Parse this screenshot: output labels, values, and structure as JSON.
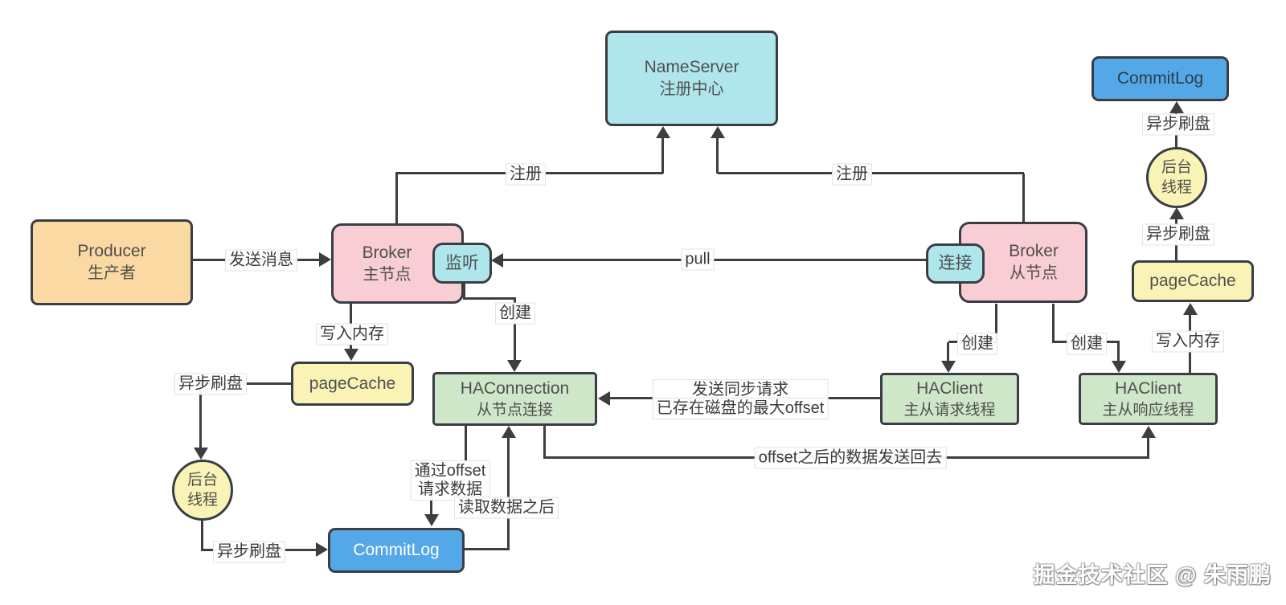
{
  "colors": {
    "cyan": "#aee6ec",
    "pink": "#f9cdd4",
    "orange": "#fbd9a2",
    "yellow": "#f9f4b5",
    "green": "#cfe7c9",
    "blue": "#55a8e8",
    "line": "#3e3e3e"
  },
  "nodes": {
    "nameserver": {
      "line1": "NameServer",
      "line2": "注册中心"
    },
    "commitlog_top": {
      "label": "CommitLog"
    },
    "bg_thread_right": {
      "line1": "后台",
      "line2": "线程"
    },
    "pagecache_right": {
      "label": "pageCache"
    },
    "producer": {
      "line1": "Producer",
      "line2": "生产者"
    },
    "broker_master": {
      "line1": "Broker",
      "line2": "主节点"
    },
    "listen": {
      "label": "监听"
    },
    "broker_slave": {
      "line1": "Broker",
      "line2": "从节点"
    },
    "connect": {
      "label": "连接"
    },
    "pagecache_left": {
      "label": "pageCache"
    },
    "bg_thread_left": {
      "line1": "后台",
      "line2": "线程"
    },
    "commitlog_bottom": {
      "label": "CommitLog"
    },
    "haconnection": {
      "line1": "HAConnection",
      "line2": "从节点连接"
    },
    "haclient_request": {
      "line1": "HAClient",
      "line2": "主从请求线程"
    },
    "haclient_response": {
      "line1": "HAClient",
      "line2": "主从响应线程"
    }
  },
  "edges": {
    "send_message": "发送消息",
    "pull": "pull",
    "register_left": "注册",
    "register_right": "注册",
    "create_master": "创建",
    "write_memory_left": "写入内存",
    "async_flush_pagecache_left": "异步刷盘",
    "async_flush_commitlog_left": "异步刷盘",
    "request_by_offset_line1": "通过offset",
    "request_by_offset_line2": "请求数据",
    "after_read_data": "读取数据之后",
    "sync_request_line1": "发送同步请求",
    "sync_request_line2": "已存在磁盘的最大offset",
    "offset_send_back": "offset之后的数据发送回去",
    "create_slave_request": "创建",
    "create_slave_response": "创建",
    "write_memory_right": "写入内存",
    "async_flush_pagecache_right": "异步刷盘",
    "async_flush_commitlog_right": "异步刷盘"
  },
  "watermark": "掘金技术社区 @ 朱雨鹏"
}
